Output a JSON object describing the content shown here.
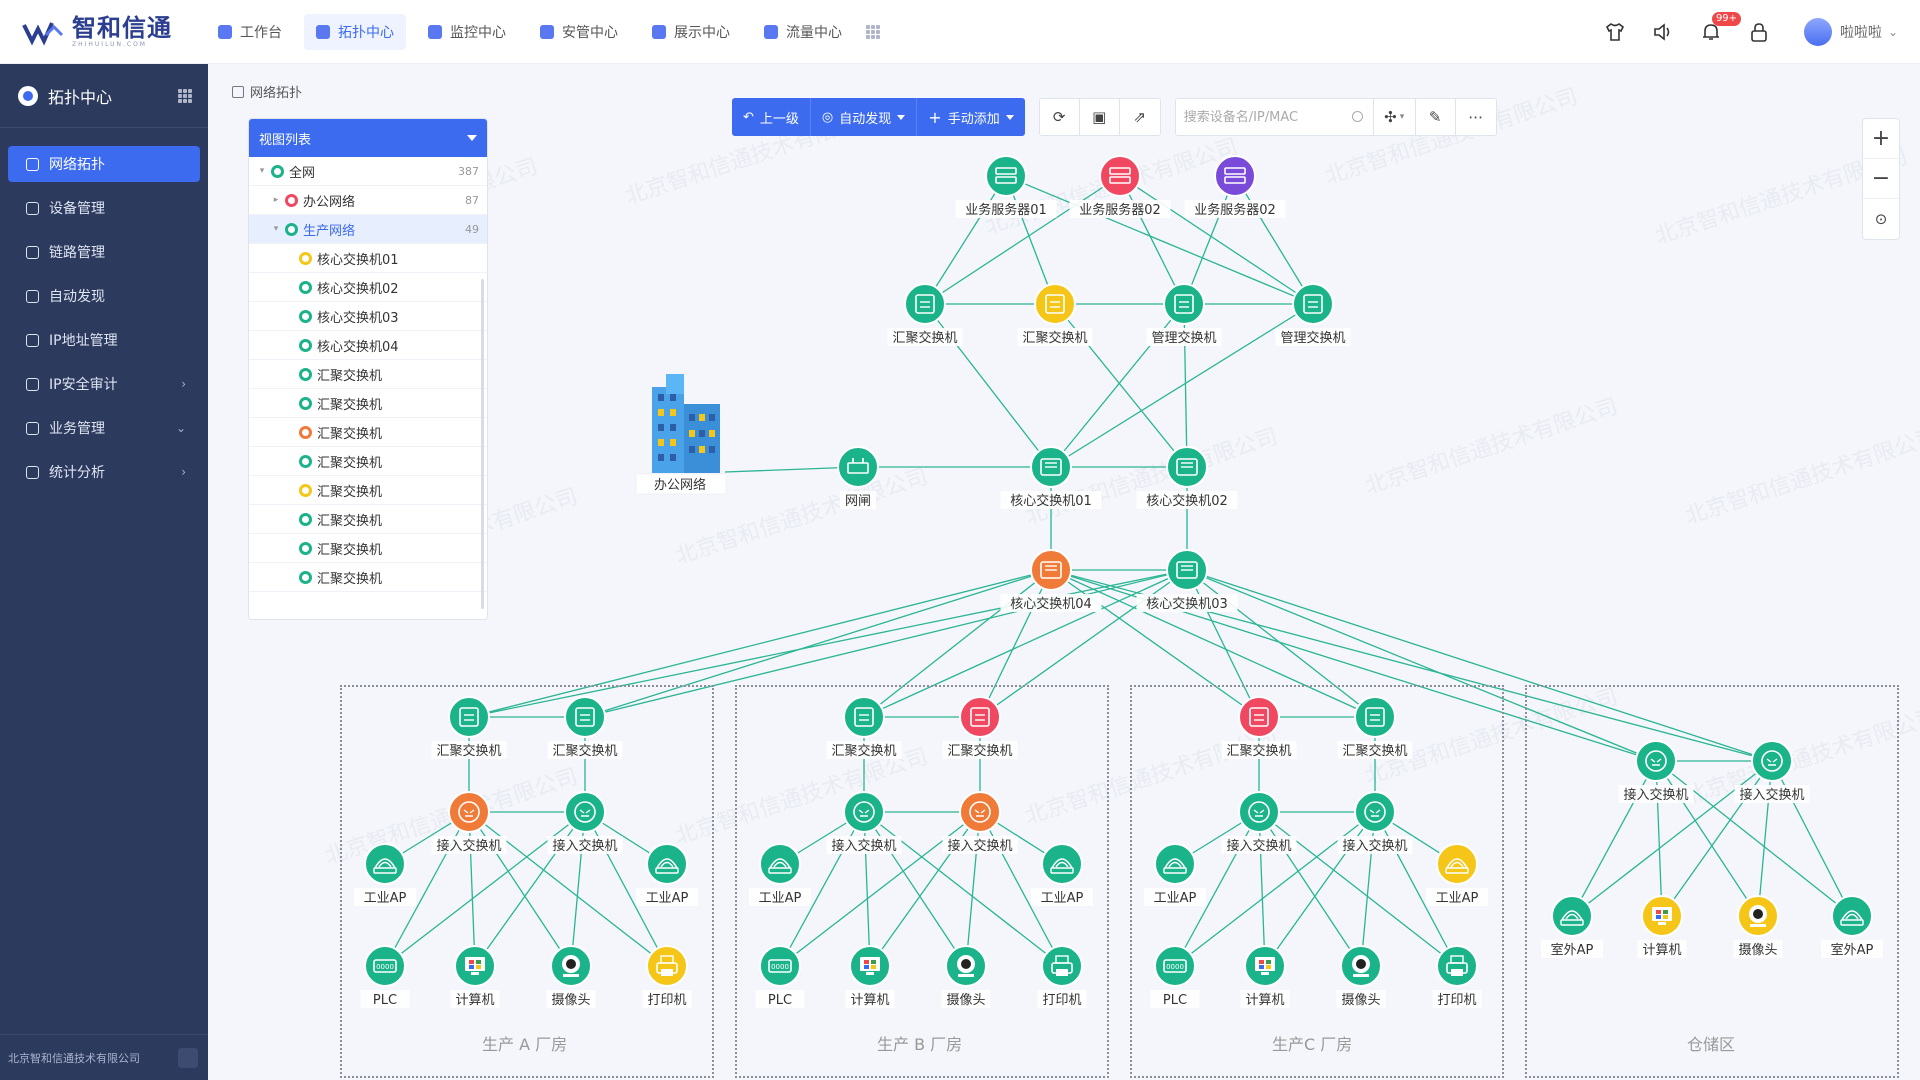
{
  "brand": {
    "name": "智和信通",
    "sub": "ZHIHUILUN.COM"
  },
  "nav": [
    {
      "label": "工作台",
      "active": false
    },
    {
      "label": "拓扑中心",
      "active": true
    },
    {
      "label": "监控中心",
      "active": false
    },
    {
      "label": "安管中心",
      "active": false
    },
    {
      "label": "展示中心",
      "active": false
    },
    {
      "label": "流量中心",
      "active": false
    }
  ],
  "notify_badge": "99+",
  "user": {
    "name": "啦啦啦"
  },
  "sidebar": {
    "title": "拓扑中心",
    "items": [
      {
        "label": "网络拓扑",
        "active": true,
        "chevron": ""
      },
      {
        "label": "设备管理",
        "active": false,
        "chevron": ""
      },
      {
        "label": "链路管理",
        "active": false,
        "chevron": ""
      },
      {
        "label": "自动发现",
        "active": false,
        "chevron": ""
      },
      {
        "label": "IP地址管理",
        "active": false,
        "chevron": ""
      },
      {
        "label": "IP安全审计",
        "active": false,
        "chevron": "›"
      },
      {
        "label": "业务管理",
        "active": false,
        "chevron": "⌄"
      },
      {
        "label": "统计分析",
        "active": false,
        "chevron": "›"
      }
    ],
    "footer": "北京智和信通技术有限公司"
  },
  "breadcrumb": "网络拓扑",
  "view_list": {
    "title": "视图列表",
    "rows": [
      {
        "label": "全网",
        "count": "387",
        "indent": 0,
        "tri": "▾",
        "color": "#1bb38a",
        "selected": false
      },
      {
        "label": "办公网络",
        "count": "87",
        "indent": 1,
        "tri": "▸",
        "color": "#f04860",
        "selected": false
      },
      {
        "label": "生产网络",
        "count": "49",
        "indent": 1,
        "tri": "▾",
        "color": "#1bb38a",
        "selected": true
      },
      {
        "label": "核心交换机01",
        "count": "",
        "indent": 2,
        "tri": "",
        "color": "#f5c518",
        "selected": false
      },
      {
        "label": "核心交换机02",
        "count": "",
        "indent": 2,
        "tri": "",
        "color": "#1bb38a",
        "selected": false
      },
      {
        "label": "核心交换机03",
        "count": "",
        "indent": 2,
        "tri": "",
        "color": "#1bb38a",
        "selected": false
      },
      {
        "label": "核心交换机04",
        "count": "",
        "indent": 2,
        "tri": "",
        "color": "#1bb38a",
        "selected": false
      },
      {
        "label": "汇聚交换机",
        "count": "",
        "indent": 2,
        "tri": "",
        "color": "#1bb38a",
        "selected": false
      },
      {
        "label": "汇聚交换机",
        "count": "",
        "indent": 2,
        "tri": "",
        "color": "#1bb38a",
        "selected": false
      },
      {
        "label": "汇聚交换机",
        "count": "",
        "indent": 2,
        "tri": "",
        "color": "#f07a38",
        "selected": false
      },
      {
        "label": "汇聚交换机",
        "count": "",
        "indent": 2,
        "tri": "",
        "color": "#1bb38a",
        "selected": false
      },
      {
        "label": "汇聚交换机",
        "count": "",
        "indent": 2,
        "tri": "",
        "color": "#f5c518",
        "selected": false
      },
      {
        "label": "汇聚交换机",
        "count": "",
        "indent": 2,
        "tri": "",
        "color": "#1bb38a",
        "selected": false
      },
      {
        "label": "汇聚交换机",
        "count": "",
        "indent": 2,
        "tri": "",
        "color": "#1bb38a",
        "selected": false
      },
      {
        "label": "汇聚交换机",
        "count": "",
        "indent": 2,
        "tri": "",
        "color": "#1bb38a",
        "selected": false
      }
    ]
  },
  "toolbar": {
    "back": "上一级",
    "auto": "自动发现",
    "manual": "手动添加",
    "search_placeholder": "搜索设备名/IP/MAC"
  },
  "zones": [
    "生产 A 厂房",
    "生产 B 厂房",
    "生产C 厂房",
    "仓储区"
  ],
  "watermark": "北京智和信通技术有限公司",
  "colors": {
    "green": "#1bb38a",
    "red": "#f04860",
    "purple": "#7a4ad8",
    "yellow": "#f5c518",
    "orange": "#f07a38",
    "accent": "#3c6bf0",
    "link": "#2ab594"
  },
  "topology": {
    "nodes": [
      {
        "id": "s1",
        "label": "业务服务器01",
        "type": "server",
        "color": "purple_no",
        "c": "green"
      },
      {
        "id": "s2",
        "label": "业务服务器02",
        "type": "server",
        "c": "red"
      },
      {
        "id": "s3",
        "label": "业务服务器02",
        "type": "server",
        "c": "purple"
      },
      {
        "id": "a1",
        "label": "汇聚交换机",
        "type": "switch",
        "c": "green"
      },
      {
        "id": "a2",
        "label": "汇聚交换机",
        "type": "switch",
        "c": "yellow"
      },
      {
        "id": "m1",
        "label": "管理交换机",
        "type": "switch",
        "c": "green"
      },
      {
        "id": "m2",
        "label": "管理交换机",
        "type": "switch",
        "c": "green"
      },
      {
        "id": "office",
        "label": "办公网络",
        "type": "building",
        "c": "green"
      },
      {
        "id": "gw",
        "label": "网闸",
        "type": "gateway",
        "c": "green"
      },
      {
        "id": "c1",
        "label": "核心交换机01",
        "type": "core",
        "c": "green"
      },
      {
        "id": "c2",
        "label": "核心交换机02",
        "type": "core",
        "c": "green"
      },
      {
        "id": "c4",
        "label": "核心交换机04",
        "type": "core",
        "c": "orange"
      },
      {
        "id": "c3",
        "label": "核心交换机03",
        "type": "core",
        "c": "green"
      },
      {
        "id": "pa1",
        "label": "汇聚交换机",
        "type": "switch",
        "c": "green"
      },
      {
        "id": "pa2",
        "label": "汇聚交换机",
        "type": "switch",
        "c": "green"
      },
      {
        "id": "pa3",
        "label": "接入交换机",
        "type": "access",
        "c": "orange"
      },
      {
        "id": "pa4",
        "label": "接入交换机",
        "type": "access",
        "c": "green"
      },
      {
        "id": "pa5",
        "label": "工业AP",
        "type": "ap",
        "c": "green"
      },
      {
        "id": "pa6",
        "label": "工业AP",
        "type": "ap",
        "c": "green"
      },
      {
        "id": "pa7",
        "label": "PLC",
        "type": "plc",
        "c": "green"
      },
      {
        "id": "pa8",
        "label": "计算机",
        "type": "pc",
        "c": "green"
      },
      {
        "id": "pa9",
        "label": "摄像头",
        "type": "cam",
        "c": "green"
      },
      {
        "id": "pa10",
        "label": "打印机",
        "type": "printer",
        "c": "yellow"
      },
      {
        "id": "pb1",
        "label": "汇聚交换机",
        "type": "switch",
        "c": "green"
      },
      {
        "id": "pb2",
        "label": "汇聚交换机",
        "type": "switch",
        "c": "red"
      },
      {
        "id": "pb3",
        "label": "接入交换机",
        "type": "access",
        "c": "green"
      },
      {
        "id": "pb4",
        "label": "接入交换机",
        "type": "access",
        "c": "orange"
      },
      {
        "id": "pb5",
        "label": "工业AP",
        "type": "ap",
        "c": "green"
      },
      {
        "id": "pb6",
        "label": "工业AP",
        "type": "ap",
        "c": "green"
      },
      {
        "id": "pb7",
        "label": "PLC",
        "type": "plc",
        "c": "green"
      },
      {
        "id": "pb8",
        "label": "计算机",
        "type": "pc",
        "c": "green"
      },
      {
        "id": "pb9",
        "label": "摄像头",
        "type": "cam",
        "c": "green"
      },
      {
        "id": "pb10",
        "label": "打印机",
        "type": "printer",
        "c": "green"
      },
      {
        "id": "pc1",
        "label": "汇聚交换机",
        "type": "switch",
        "c": "red"
      },
      {
        "id": "pc2",
        "label": "汇聚交换机",
        "type": "switch",
        "c": "green"
      },
      {
        "id": "pc3",
        "label": "接入交换机",
        "type": "access",
        "c": "green"
      },
      {
        "id": "pc4",
        "label": "接入交换机",
        "type": "access",
        "c": "green"
      },
      {
        "id": "pc5",
        "label": "工业AP",
        "type": "ap",
        "c": "green"
      },
      {
        "id": "pc6",
        "label": "工业AP",
        "type": "ap",
        "c": "yellow"
      },
      {
        "id": "pc7",
        "label": "PLC",
        "type": "plc",
        "c": "green"
      },
      {
        "id": "pc8",
        "label": "计算机",
        "type": "pc",
        "c": "green"
      },
      {
        "id": "pc9",
        "label": "摄像头",
        "type": "cam",
        "c": "green"
      },
      {
        "id": "pc10",
        "label": "打印机",
        "type": "printer",
        "c": "green"
      },
      {
        "id": "w1",
        "label": "接入交换机",
        "type": "access",
        "c": "green"
      },
      {
        "id": "w2",
        "label": "接入交换机",
        "type": "access",
        "c": "green"
      },
      {
        "id": "w3",
        "label": "室外AP",
        "type": "ap",
        "c": "green"
      },
      {
        "id": "w4",
        "label": "计算机",
        "type": "pc",
        "c": "yellow"
      },
      {
        "id": "w5",
        "label": "摄像头",
        "type": "cam",
        "c": "yellow"
      },
      {
        "id": "w6",
        "label": "室外AP",
        "type": "ap",
        "c": "green"
      }
    ],
    "links": [
      [
        "s1",
        "a2"
      ],
      [
        "s1",
        "a1"
      ],
      [
        "s2",
        "a1"
      ],
      [
        "s2",
        "m2"
      ],
      [
        "s3",
        "m1"
      ],
      [
        "s3",
        "m2"
      ],
      [
        "s1",
        "m2"
      ],
      [
        "s2",
        "m1"
      ],
      [
        "a1",
        "a2"
      ],
      [
        "a2",
        "m1"
      ],
      [
        "m1",
        "m2"
      ],
      [
        "a1",
        "c1"
      ],
      [
        "a2",
        "c2"
      ],
      [
        "m1",
        "c1"
      ],
      [
        "m2",
        "c1"
      ],
      [
        "m1",
        "c2"
      ],
      [
        "office",
        "gw"
      ],
      [
        "gw",
        "c1"
      ],
      [
        "c1",
        "c2"
      ],
      [
        "c1",
        "c4"
      ],
      [
        "c2",
        "c3"
      ],
      [
        "c4",
        "c3"
      ],
      [
        "c4",
        "pa1"
      ],
      [
        "c4",
        "pa2"
      ],
      [
        "c3",
        "pa1"
      ],
      [
        "c3",
        "pa2"
      ],
      [
        "c4",
        "pb1"
      ],
      [
        "c4",
        "pb2"
      ],
      [
        "c3",
        "pb1"
      ],
      [
        "c3",
        "pb2"
      ],
      [
        "c4",
        "pc1"
      ],
      [
        "c4",
        "pc2"
      ],
      [
        "c3",
        "pc1"
      ],
      [
        "c3",
        "pc2"
      ],
      [
        "c4",
        "w1"
      ],
      [
        "c4",
        "w2"
      ],
      [
        "c3",
        "w1"
      ],
      [
        "c3",
        "w2"
      ],
      [
        "pa1",
        "pa2"
      ],
      [
        "pa1",
        "pa3"
      ],
      [
        "pa2",
        "pa4"
      ],
      [
        "pa3",
        "pa4"
      ],
      [
        "pa3",
        "pa5"
      ],
      [
        "pa4",
        "pa6"
      ],
      [
        "pa3",
        "pa7"
      ],
      [
        "pa3",
        "pa8"
      ],
      [
        "pa3",
        "pa9"
      ],
      [
        "pa3",
        "pa10"
      ],
      [
        "pa4",
        "pa7"
      ],
      [
        "pa4",
        "pa8"
      ],
      [
        "pa4",
        "pa9"
      ],
      [
        "pa4",
        "pa10"
      ],
      [
        "pb1",
        "pb2"
      ],
      [
        "pb1",
        "pb3"
      ],
      [
        "pb2",
        "pb4"
      ],
      [
        "pb3",
        "pb4"
      ],
      [
        "pb3",
        "pb5"
      ],
      [
        "pb4",
        "pb6"
      ],
      [
        "pb3",
        "pb7"
      ],
      [
        "pb3",
        "pb8"
      ],
      [
        "pb3",
        "pb9"
      ],
      [
        "pb3",
        "pb10"
      ],
      [
        "pb4",
        "pb7"
      ],
      [
        "pb4",
        "pb8"
      ],
      [
        "pb4",
        "pb9"
      ],
      [
        "pb4",
        "pb10"
      ],
      [
        "pc1",
        "pc2"
      ],
      [
        "pc1",
        "pc3"
      ],
      [
        "pc2",
        "pc4"
      ],
      [
        "pc3",
        "pc4"
      ],
      [
        "pc3",
        "pc5"
      ],
      [
        "pc4",
        "pc6"
      ],
      [
        "pc3",
        "pc7"
      ],
      [
        "pc3",
        "pc8"
      ],
      [
        "pc3",
        "pc9"
      ],
      [
        "pc3",
        "pc10"
      ],
      [
        "pc4",
        "pc7"
      ],
      [
        "pc4",
        "pc8"
      ],
      [
        "pc4",
        "pc9"
      ],
      [
        "pc4",
        "pc10"
      ],
      [
        "w1",
        "w2"
      ],
      [
        "w1",
        "w3"
      ],
      [
        "w1",
        "w4"
      ],
      [
        "w1",
        "w5"
      ],
      [
        "w1",
        "w6"
      ],
      [
        "w2",
        "w3"
      ],
      [
        "w2",
        "w4"
      ],
      [
        "w2",
        "w5"
      ],
      [
        "w2",
        "w6"
      ]
    ]
  }
}
